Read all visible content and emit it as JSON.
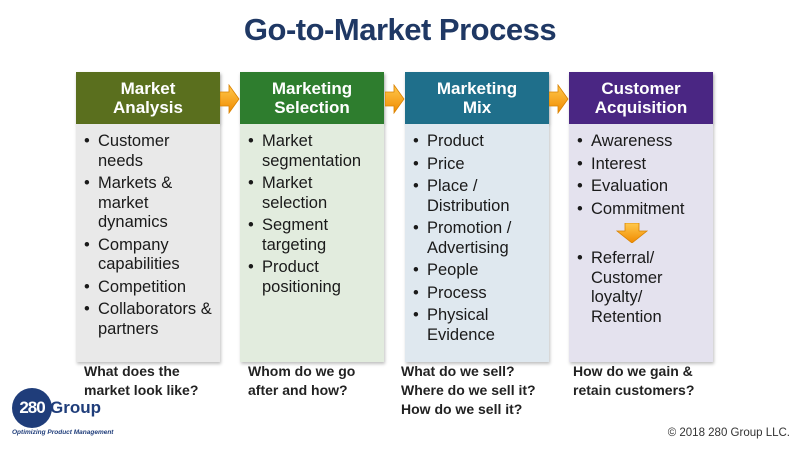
{
  "title": "Go-to-Market Process",
  "columns": [
    {
      "header": [
        "Market",
        "Analysis"
      ],
      "color": "#5a6f1e",
      "body_color": "#e9e9e9",
      "bullets": [
        "Customer needs",
        "Markets & market dynamics",
        "Company capabilities",
        "Competition",
        "Collaborators & partners"
      ],
      "extra_bullets": [],
      "question": [
        "What does the",
        "market look like?"
      ]
    },
    {
      "header": [
        "Marketing",
        "Selection"
      ],
      "color": "#2e7d2e",
      "body_color": "#e2ecde",
      "bullets": [
        "Market segmentation",
        "Market selection",
        "Segment targeting",
        "Product positioning"
      ],
      "extra_bullets": [],
      "question": [
        "Whom do we go",
        "after and how?"
      ]
    },
    {
      "header": [
        "Marketing",
        "Mix"
      ],
      "color": "#1f6f8b",
      "body_color": "#dfe8ef",
      "bullets": [
        "Product",
        "Price",
        "Place / Distribution",
        "Promotion / Advertising",
        "People",
        "Process",
        "Physical Evidence"
      ],
      "extra_bullets": [],
      "question": [
        "What do we sell?",
        "Where do we sell it?",
        "How do we sell it?"
      ]
    },
    {
      "header": [
        "Customer",
        "Acquisition"
      ],
      "color": "#4a2683",
      "body_color": "#e4e2ee",
      "bullets": [
        "Awareness",
        "Interest",
        "Evaluation",
        "Commitment"
      ],
      "extra_bullets": [
        "Referral/ Customer loyalty/ Retention"
      ],
      "question": [
        "How do we gain &",
        "retain customers?"
      ]
    }
  ],
  "accent_arrow_color": "#f5a623",
  "logo": {
    "number": "280",
    "name": "Group",
    "tagline": "Optimizing Product Management"
  },
  "copyright": "© 2018 280 Group LLC."
}
